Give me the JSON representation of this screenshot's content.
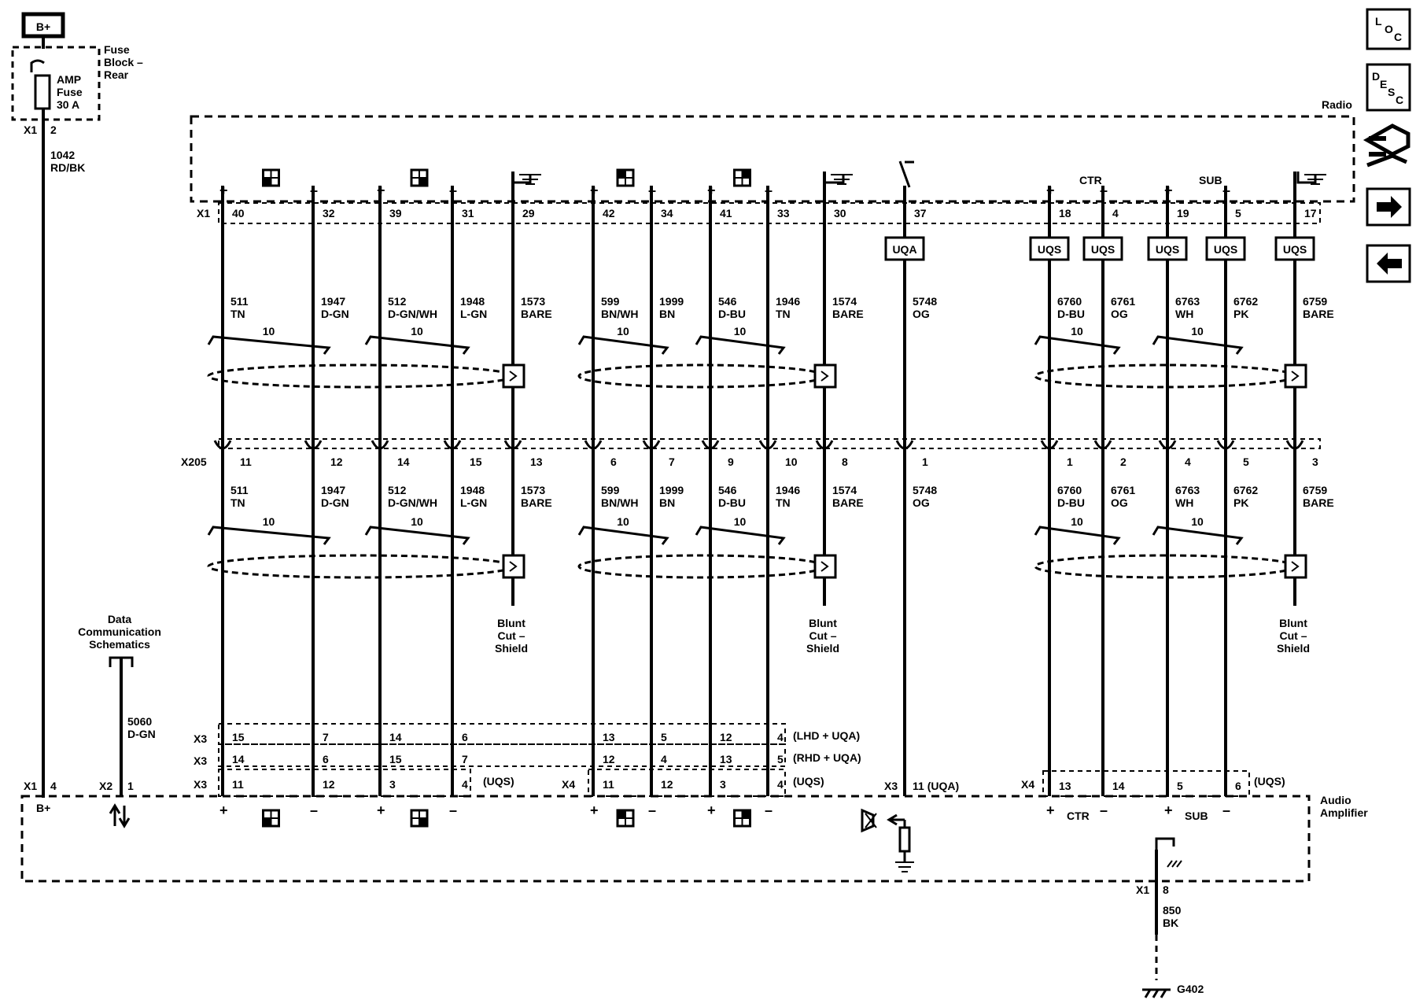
{
  "top": {
    "power_label": "B+",
    "fuse_block": [
      "Fuse",
      "Block –",
      "Rear"
    ],
    "fuse": [
      "AMP",
      "Fuse",
      "30 A"
    ],
    "x1": "X1",
    "fuse_pin": "2",
    "supply_circuit": [
      "1042",
      "RD/BK"
    ]
  },
  "nav": {
    "loc": "LOC",
    "desc": "DESC"
  },
  "radio": {
    "label": "Radio",
    "connector": "X1",
    "pins": [
      "40",
      "32",
      "39",
      "31",
      "29",
      "42",
      "34",
      "41",
      "33",
      "30",
      "37",
      "18",
      "4",
      "19",
      "5",
      "17"
    ],
    "ctr": "CTR",
    "sub": "SUB"
  },
  "option_uqa": "UQA",
  "option_uqs": "UQS",
  "wires": [
    {
      "circuit": "511",
      "color": "TN"
    },
    {
      "circuit": "1947",
      "color": "D-GN"
    },
    {
      "circuit": "512",
      "color": "D-GN/WH"
    },
    {
      "circuit": "1948",
      "color": "L-GN"
    },
    {
      "circuit": "1573",
      "color": "BARE"
    },
    {
      "circuit": "599",
      "color": "BN/WH"
    },
    {
      "circuit": "1999",
      "color": "BN"
    },
    {
      "circuit": "546",
      "color": "D-BU"
    },
    {
      "circuit": "1946",
      "color": "TN"
    },
    {
      "circuit": "1574",
      "color": "BARE"
    },
    {
      "circuit": "5748",
      "color": "OG"
    },
    {
      "circuit": "6760",
      "color": "D-BU"
    },
    {
      "circuit": "6761",
      "color": "OG"
    },
    {
      "circuit": "6763",
      "color": "WH"
    },
    {
      "circuit": "6762",
      "color": "PK"
    },
    {
      "circuit": "6759",
      "color": "BARE"
    }
  ],
  "twist_count": "10",
  "x205": {
    "label": "X205",
    "pins": [
      "11",
      "12",
      "14",
      "15",
      "13",
      "6",
      "7",
      "9",
      "10",
      "8",
      "1",
      "1",
      "2",
      "4",
      "5",
      "3"
    ]
  },
  "blunt_cut": [
    "Blunt",
    "Cut –",
    "Shield"
  ],
  "data_comm": [
    "Data",
    "Communication",
    "Schematics"
  ],
  "data_wire": [
    "5060",
    "D-GN"
  ],
  "amp": {
    "label": [
      "Audio",
      "Amplifier"
    ],
    "rows": {
      "row1": {
        "tag": "X3",
        "pins": [
          "15",
          "7",
          "14",
          "6",
          "13",
          "5",
          "12",
          "4"
        ],
        "note": "(LHD + UQA)"
      },
      "row2": {
        "tag": "X3",
        "pins": [
          "14",
          "6",
          "15",
          "7",
          "12",
          "4",
          "13",
          "5"
        ],
        "note": "(RHD + UQA)"
      },
      "row3a": {
        "tag": "X3",
        "pins": [
          "11",
          "12",
          "3",
          "4"
        ],
        "note": "(UQS)"
      },
      "row3b": {
        "tag": "X4",
        "pins": [
          "11",
          "12",
          "3",
          "4"
        ],
        "note": "(UQS)"
      },
      "row3c": {
        "tag": "X4",
        "pins": [
          "13",
          "14",
          "5",
          "6"
        ],
        "note": "(UQS)"
      }
    },
    "x1_b": "X1",
    "x1_b_pin": "4",
    "b_plus": "B+",
    "x2": "X2",
    "x2_pin": "1",
    "x3_uqa_tag": "X3",
    "x3_uqa_pin": "11 (UQA)",
    "ctr": "CTR",
    "sub": "SUB",
    "ground_connector": "X1",
    "ground_pin": "8",
    "ground_wire": [
      "850",
      "BK"
    ],
    "ground_point": "G402"
  }
}
